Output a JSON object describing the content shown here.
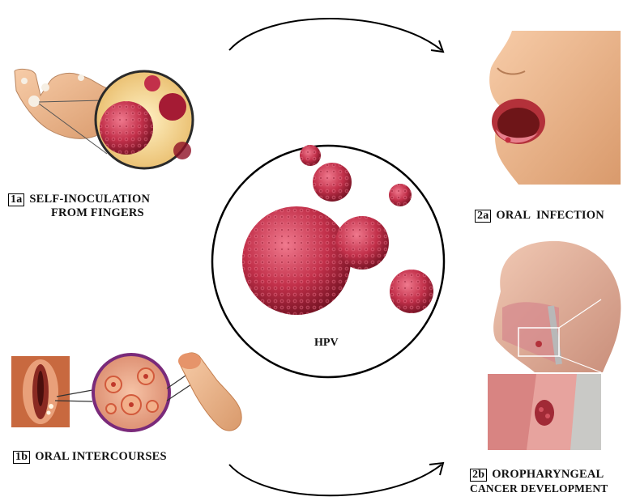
{
  "center": {
    "label": "HPV"
  },
  "routes": {
    "r1a": {
      "tag": "1a",
      "line1": "SELF-INOCULATION",
      "line2": "FROM FINGERS"
    },
    "r1b": {
      "tag": "1b",
      "line1": "ORAL INTERCOURSES"
    },
    "r2a": {
      "tag": "2a",
      "line1": "ORAL  INFECTION"
    },
    "r2b": {
      "tag": "2b",
      "line1": "OROPHARYNGEAL",
      "line2": "CANCER DEVELOPMENT"
    }
  },
  "icons": [
    "hand-icon",
    "virus-magnifier-icon",
    "vulva-icon",
    "cell-magnifier-icon",
    "penis-icon",
    "face-mouth-icon",
    "head-throat-icon",
    "throat-tumor-icon",
    "hpv-virus-icon"
  ],
  "colors": {
    "virus": "#c2304a",
    "skin": "#e8b48c",
    "arrow": "#000000"
  }
}
